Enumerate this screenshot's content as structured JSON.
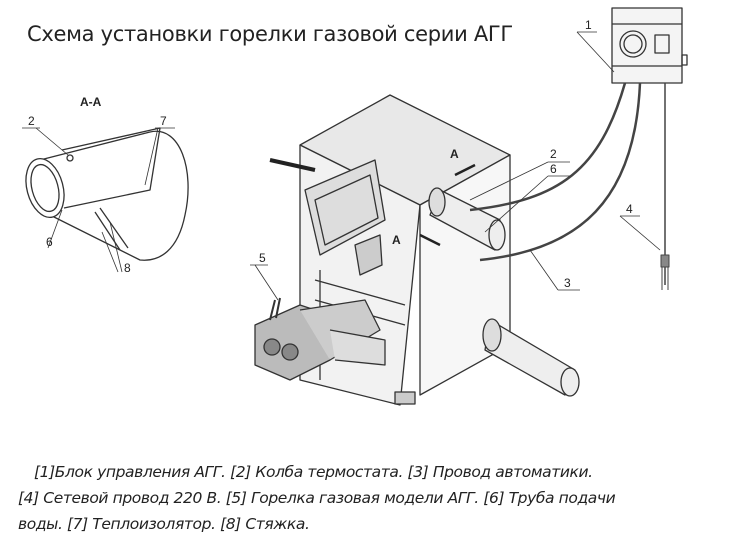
{
  "title": "Схема установки горелки газовой серии АГГ",
  "section_label": "А-А",
  "section_marks": [
    "А",
    "А"
  ],
  "callouts": {
    "detail": [
      "2",
      "7",
      "6",
      "8"
    ],
    "main": [
      "1",
      "2",
      "6",
      "3",
      "4",
      "5"
    ]
  },
  "caption": {
    "line1": "[1]Блок управления АГГ. [2] Колба термостата. [3] Провод автоматики.",
    "line2": "[4] Сетевой провод 220 В. [5] Горелка газовая модели АГГ. [6] Труба подачи",
    "line3": "воды. [7] Теплоизолятор. [8] Стяжка."
  }
}
